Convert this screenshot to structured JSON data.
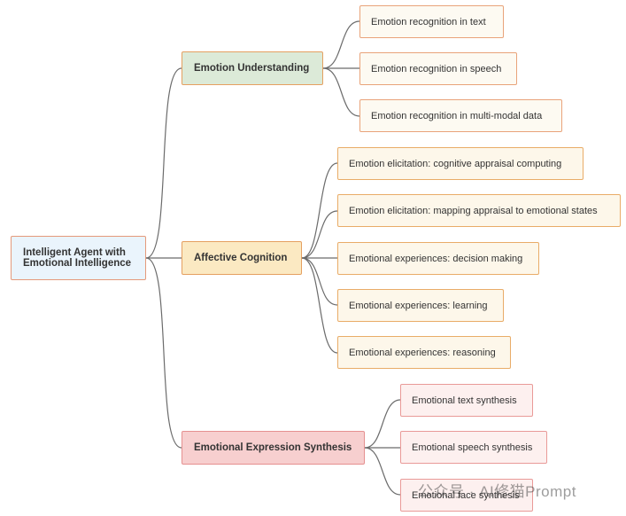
{
  "root": {
    "line1": "Intelligent Agent with",
    "line2": "Emotional Intelligence"
  },
  "branches": [
    {
      "label": "Emotion Understanding",
      "color": "#dcead8",
      "children": [
        "Emotion recognition in text",
        "Emotion recognition in speech",
        "Emotion recognition in multi-modal data"
      ]
    },
    {
      "label": "Affective Cognition",
      "color": "#fbe9c2",
      "children": [
        "Emotion elicitation: cognitive appraisal computing",
        "Emotion elicitation: mapping appraisal to emotional states",
        "Emotional experiences: decision making",
        "Emotional experiences: learning",
        "Emotional experiences: reasoning"
      ]
    },
    {
      "label": "Emotional Expression Synthesis",
      "color": "#f7cfcf",
      "children": [
        "Emotional text synthesis",
        "Emotional speech synthesis",
        "Emotional face synthesis"
      ]
    }
  ],
  "watermark": "公众号 · AI修猫Prompt",
  "link_color": "#6b6b6b"
}
